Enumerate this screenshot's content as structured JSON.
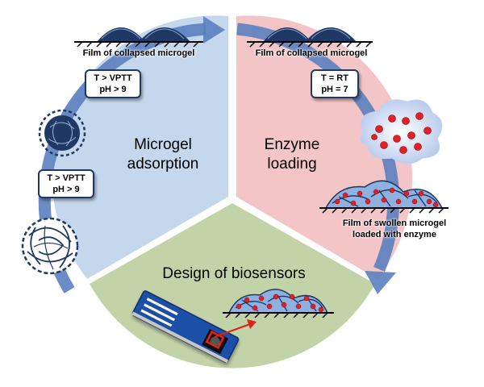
{
  "stages": {
    "adsorption": {
      "title_line1": "Microgel",
      "title_line2": "adsorption",
      "fill": "#c5d7ec"
    },
    "loading": {
      "title_line1": "Enzyme",
      "title_line2": "loading",
      "fill": "#f4c5c6"
    },
    "biosensor": {
      "title": "Design of biosensors",
      "fill": "#c3d3a8"
    }
  },
  "labels": {
    "film_collapsed_left": "Film of collapsed microgel",
    "film_collapsed_right": "Film of collapsed microgel",
    "film_swollen_line1": "Film of swollen microgel",
    "film_swollen_line2": "loaded with enzyme"
  },
  "conditions": {
    "adsorb_upper": {
      "line1": "T > VPTT",
      "line2": "pH > 9"
    },
    "adsorb_lower": {
      "line1": "T > VPTT",
      "line2": "pH > 9"
    },
    "loading": {
      "line1": "T = RT",
      "line2": "pH = 7"
    }
  },
  "colors": {
    "cycle_arrow": "#5b7fbf",
    "pointer_arrow": "#e0201b",
    "enzyme": "#e0202a",
    "microgel": "#1f3864"
  },
  "icons": [
    "microgel-collapsed-icon",
    "microgel-swollen-icon",
    "enzyme-cloud-icon",
    "biosensor-strip-icon"
  ]
}
